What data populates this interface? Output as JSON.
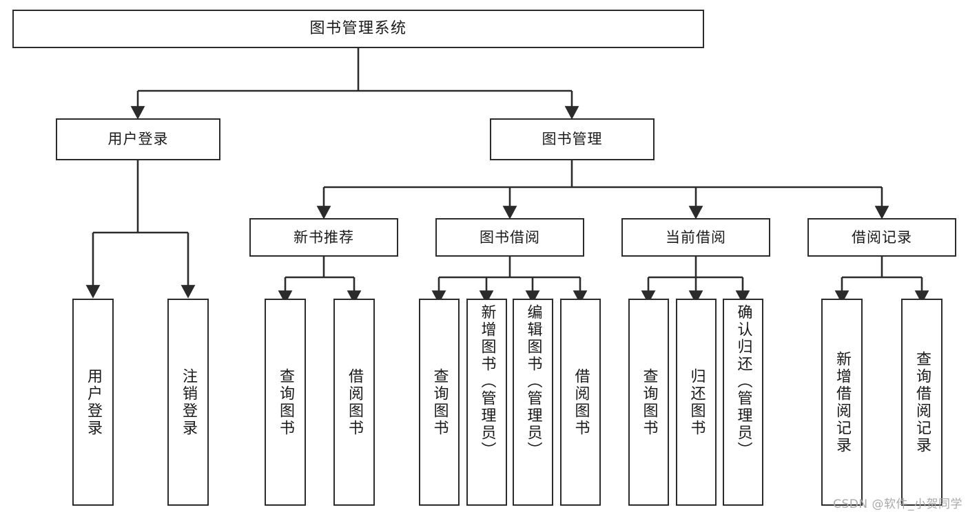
{
  "diagram": {
    "title": "图书管理系统",
    "type": "tree-hierarchy",
    "stroke_color": "#2b2b2b",
    "fill_color": "#ffffff",
    "text_color": "#1a1a1a",
    "watermark": "CSDN @软件_小贺同学",
    "nodes": {
      "root": {
        "label": "图书管理系统"
      },
      "level1": [
        {
          "label": "用户登录"
        },
        {
          "label": "图书管理"
        }
      ],
      "level2": [
        {
          "label": "新书推荐"
        },
        {
          "label": "图书借阅"
        },
        {
          "label": "当前借阅"
        },
        {
          "label": "借阅记录"
        }
      ],
      "leaves": {
        "user_login": [
          {
            "label": "用户登录"
          },
          {
            "label": "注销登录"
          }
        ],
        "new_book_recommend": [
          {
            "label": "查询图书"
          },
          {
            "label": "借阅图书"
          }
        ],
        "book_borrow": [
          {
            "label": "查询图书"
          },
          {
            "label": "新增图书（管理员）"
          },
          {
            "label": "编辑图书（管理员）"
          },
          {
            "label": "借阅图书"
          }
        ],
        "current_borrow": [
          {
            "label": "查询图书"
          },
          {
            "label": "归还图书"
          },
          {
            "label": "确认归还（管理员）"
          }
        ],
        "borrow_record": [
          {
            "label": "新增借阅记录"
          },
          {
            "label": "查询借阅记录"
          }
        ]
      }
    }
  }
}
